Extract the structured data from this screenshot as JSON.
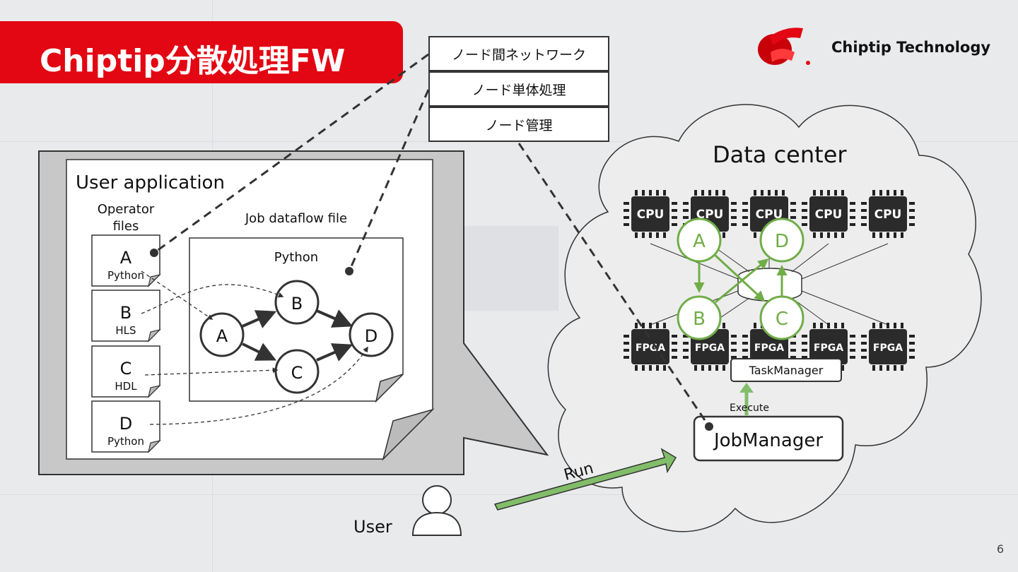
{
  "slide": {
    "title": "Chiptip分散処理FW",
    "brand": "Chiptip Technology",
    "page_number": "6",
    "colors": {
      "brand_red": "#e30613",
      "node_green": "#70ad47",
      "arrow_green": "#82bd6a"
    }
  },
  "layers": [
    "ノード間ネットワーク",
    "ノード単体処理",
    "ノード管理"
  ],
  "user_app": {
    "title": "User application",
    "operator_files_label": "Operator\nfiles",
    "operator_files_line1": "Operator",
    "operator_files_line2": "files",
    "operators": [
      {
        "letter": "A",
        "lang": "Python"
      },
      {
        "letter": "B",
        "lang": "HLS"
      },
      {
        "letter": "C",
        "lang": "HDL"
      },
      {
        "letter": "D",
        "lang": "Python"
      }
    ],
    "dataflow_label": "Job dataflow file",
    "dataflow_lang": "Python",
    "graph_nodes": [
      "A",
      "B",
      "C",
      "D"
    ]
  },
  "datacenter": {
    "title": "Data center",
    "cpu_label": "CPU",
    "fpga_label": "FPGA",
    "task_nodes": [
      "A",
      "B",
      "C",
      "D"
    ],
    "task_manager": "TaskManager",
    "job_manager": "JobManager",
    "execute_label": "Execute"
  },
  "user": {
    "label": "User",
    "run_label": "Run"
  }
}
